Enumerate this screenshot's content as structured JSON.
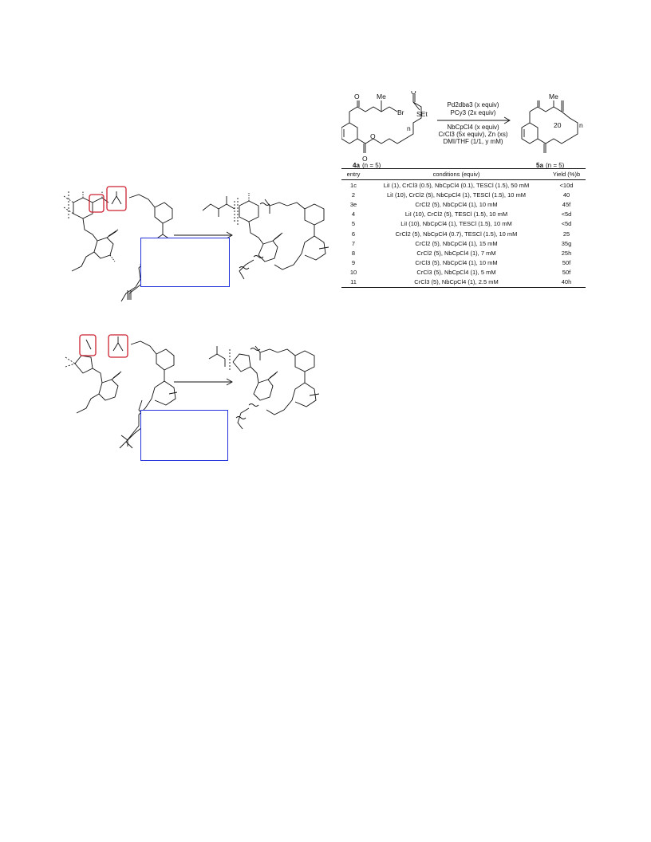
{
  "scheme": {
    "reagents_above": [
      "Pd2dba3 (x equiv)",
      "PCy3 (2x equiv)"
    ],
    "reagents_below": [
      "NbCpCl4 (x equiv)",
      "CrCl3 (5x equiv), Zn (xs)",
      "DMI/THF (1/1, y mM)"
    ],
    "sm_label": "4a",
    "sm_sub": "(n = 5)",
    "product_label": "5a",
    "product_sub": "(n = 5)",
    "ring_size": "20",
    "me_label": "Me",
    "br_label": "Br",
    "set_label": "SEt",
    "n_label": "n"
  },
  "table": {
    "headers": [
      "entry",
      "conditions (equiv)",
      "Yield (%)b"
    ],
    "rows": [
      {
        "entry": "1c",
        "conditions": "LiI (1), CrCl3 (0.5), NbCpCl4 (0.1), TESCl (1.5), 50 mM",
        "yield": "<10d"
      },
      {
        "entry": "2",
        "conditions": "LiI (10), CrCl2 (5), NbCpCl4 (1), TESCl (1.5), 10 mM",
        "yield": "40"
      },
      {
        "entry": "3e",
        "conditions": "CrCl2 (5), NbCpCl4 (1), 10 mM",
        "yield": "45f"
      },
      {
        "entry": "4",
        "conditions": "LiI (10), CrCl2 (5), TESCl (1.5), 10 mM",
        "yield": "<5d"
      },
      {
        "entry": "5",
        "conditions": "LiI (10), NbCpCl4 (1), TESCl (1.5), 10 mM",
        "yield": "<5d"
      },
      {
        "entry": "6",
        "conditions": "CrCl2 (5), NbCpCl4 (0.7), TESCl (1.5), 10 mM",
        "yield": "25"
      },
      {
        "entry": "7",
        "conditions": "CrCl2 (5), NbCpCl4 (1), 15 mM",
        "yield": "35g"
      },
      {
        "entry": "8",
        "conditions": "CrCl2 (5), NbCpCl4 (1), 7 mM",
        "yield": "25h"
      },
      {
        "entry": "9",
        "conditions": "CrCl3 (5), NbCpCl4 (1), 10 mM",
        "yield": "50f"
      },
      {
        "entry": "10",
        "conditions": "CrCl3 (5), NbCpCl4 (1), 5 mM",
        "yield": "50f"
      },
      {
        "entry": "11",
        "conditions": "CrCl3 (5), NbCpCl4 (1), 2.5 mM",
        "yield": "40h"
      }
    ]
  },
  "colors": {
    "highlight_box": "#cc2233",
    "blue_box": "#2233dd",
    "bond_cut": "#dd2222"
  }
}
